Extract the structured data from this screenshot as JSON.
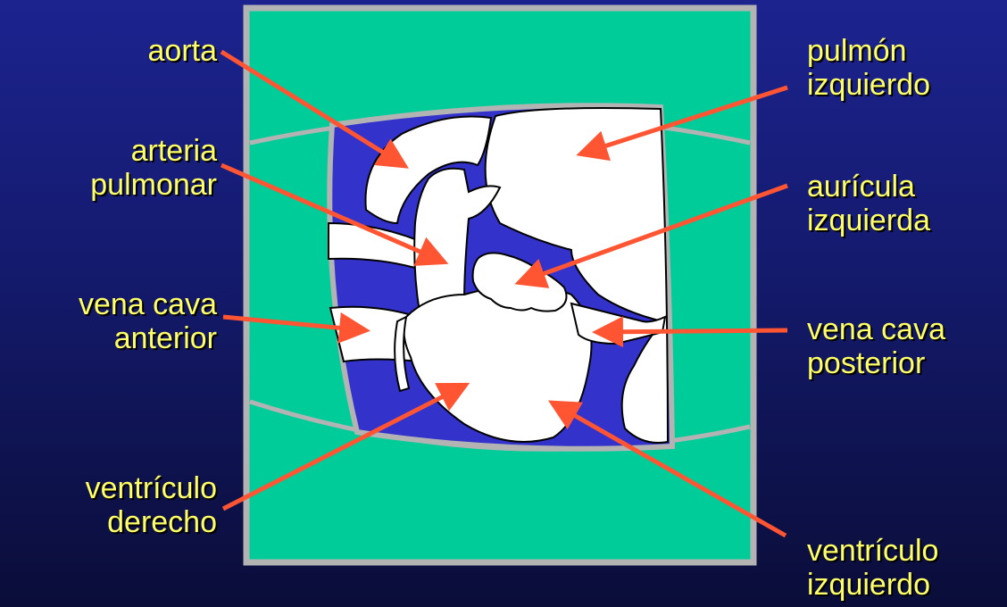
{
  "colors": {
    "background_top": "#1c238f",
    "background_bottom": "#0a0d38",
    "frame_fill": "#00cc99",
    "frame_border": "#b3b3b3",
    "cavity": "#3333cc",
    "organ": "#ffffff",
    "outline": "#000000",
    "arrow": "#ff5533",
    "label_text": "#ffff66"
  },
  "labels": {
    "aorta": [
      "aorta"
    ],
    "arteria_pulmonar": [
      "arteria",
      "pulmonar"
    ],
    "vena_cava_anterior": [
      "vena cava",
      "anterior"
    ],
    "ventriculo_derecho": [
      "ventrículo",
      "derecho"
    ],
    "pulmon_izquierdo": [
      "pulmón",
      "izquierdo"
    ],
    "auricula_izquierda": [
      "aurícula",
      "izquierda"
    ],
    "vena_cava_posterior": [
      "vena cava",
      "posterior"
    ],
    "ventriculo_izquierdo": [
      "ventrículo",
      "izquierdo"
    ]
  }
}
